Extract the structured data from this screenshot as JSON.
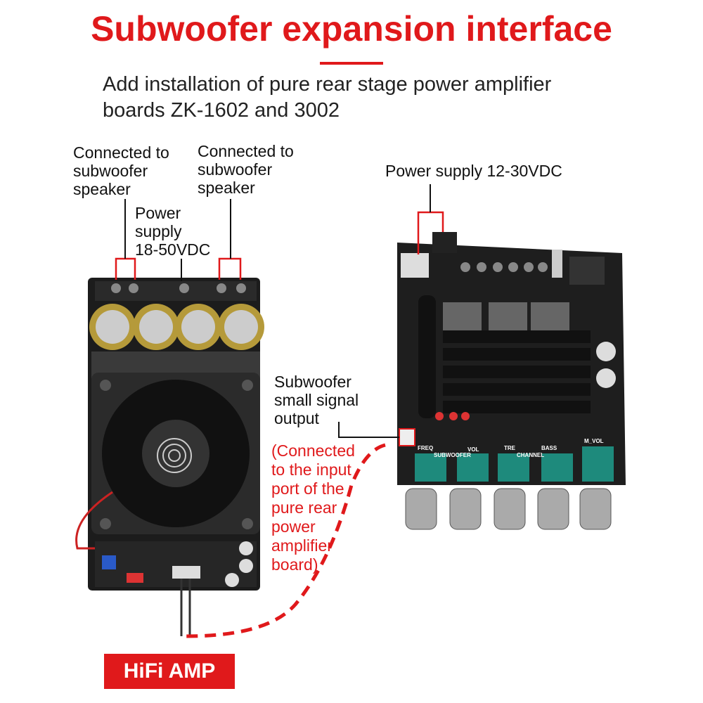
{
  "title": "Subwoofer expansion interface",
  "subtitle_lines": [
    "Add installation of pure rear stage power amplifier",
    "boards ZK-1602 and 3002"
  ],
  "labels": {
    "sub_speaker_1": [
      "Connected to",
      "subwoofer",
      "speaker"
    ],
    "sub_speaker_2": [
      "Connected to",
      "subwoofer",
      "speaker"
    ],
    "power_left": [
      "Power",
      "supply",
      "18-50VDC"
    ],
    "power_right": "Power supply 12-30VDC",
    "sub_output": [
      "Subwoofer",
      "small signal",
      "output"
    ],
    "note": [
      "(Connected",
      "to the input",
      "port of the",
      "pure rear",
      "power",
      "amplifier",
      "board)"
    ]
  },
  "board_labels": {
    "freq": "FREQ",
    "subwoofer": "SUBWOOFER",
    "vol": "VOL",
    "tre": "TRE",
    "channel": "CHANNEL",
    "bass": "BASS",
    "mvol": "M_VOL"
  },
  "badge": "HiFi AMP",
  "colors": {
    "accent": "#e0191b"
  }
}
